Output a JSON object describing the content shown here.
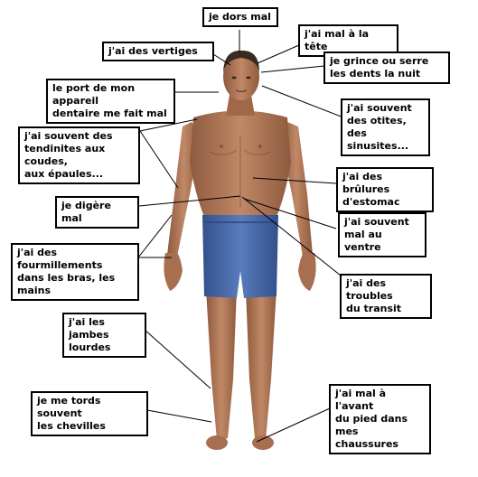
{
  "labels": {
    "sleep": "je dors mal",
    "dizzy": "j'ai des vertiges",
    "headache": "j'ai mal à la tête",
    "teeth": "je grince ou serre\nles dents la nuit",
    "dental": "le port de mon appareil\ndentaire me fait mal",
    "ears": "j'ai souvent\ndes otites,\ndes sinusites...",
    "tendons": "j'ai souvent des\ntendinites aux coudes,\naux épaules...",
    "heartburn": "j'ai des brûlures\nd'estomac",
    "digest": "je digère mal",
    "belly": "j'ai souvent\nmal au ventre",
    "tingling": "j'ai des fourmillements\ndans les bras, les mains",
    "transit": "j'ai des troubles\ndu transit",
    "legs": "j'ai les jambes\nlourdes",
    "ankles": "je me tords souvent\nles chevilles",
    "foot": "j'ai mal à l'avant\ndu pied dans mes\nchaussures"
  },
  "colors": {
    "skin": "#b27a5a",
    "shorts": "#4a6aa8",
    "hair": "#3a2a20"
  }
}
